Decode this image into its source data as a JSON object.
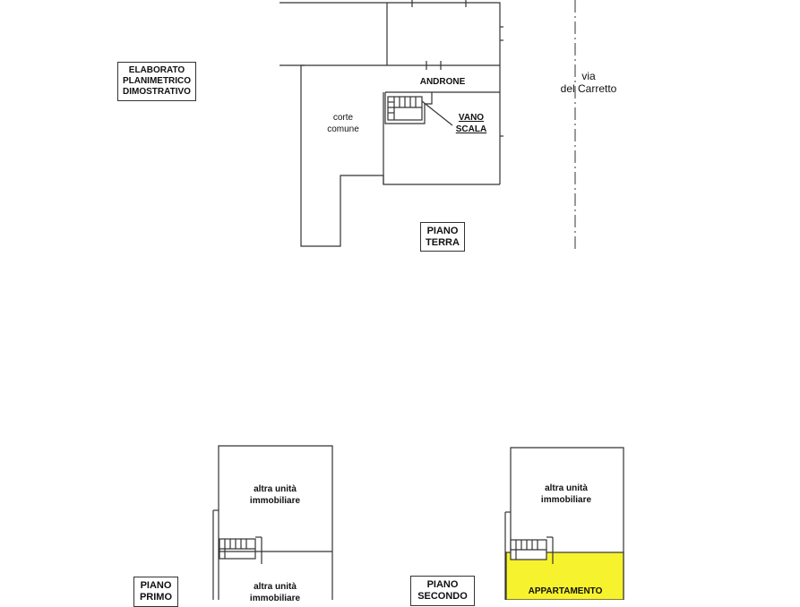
{
  "title_box": {
    "text": "ELABORATO\nPLANIMETRICO\nDIMOSTRATIVO"
  },
  "street": {
    "text": "via\ndel Carretto"
  },
  "ground_floor": {
    "label": "PIANO\nTERRA",
    "androne": "ANDRONE",
    "corte": "corte\ncomune",
    "vano_scala": "VANO\nSCALA"
  },
  "first_floor": {
    "label": "PIANO\nPRIMO",
    "unit_top": "altra unità\nimmobiliare",
    "unit_bottom": "altra unità\nimmobiliare"
  },
  "second_floor": {
    "label": "PIANO\nSECONDO",
    "unit_top": "altra unità\nimmobiliare",
    "apartment": "APPARTAMENTO"
  },
  "colors": {
    "highlight": "#f6f22e",
    "line": "#333333"
  }
}
